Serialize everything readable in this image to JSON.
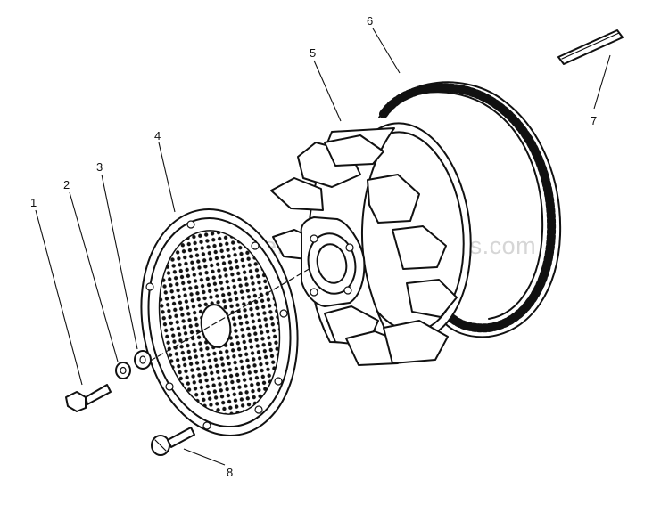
{
  "watermark": "eReplacementParts.com",
  "callouts": [
    {
      "id": "1",
      "text": "1"
    },
    {
      "id": "2",
      "text": "2"
    },
    {
      "id": "3",
      "text": "3"
    },
    {
      "id": "4",
      "text": "4"
    },
    {
      "id": "5",
      "text": "5"
    },
    {
      "id": "6",
      "text": "6"
    },
    {
      "id": "7",
      "text": "7"
    },
    {
      "id": "8",
      "text": "8"
    }
  ]
}
